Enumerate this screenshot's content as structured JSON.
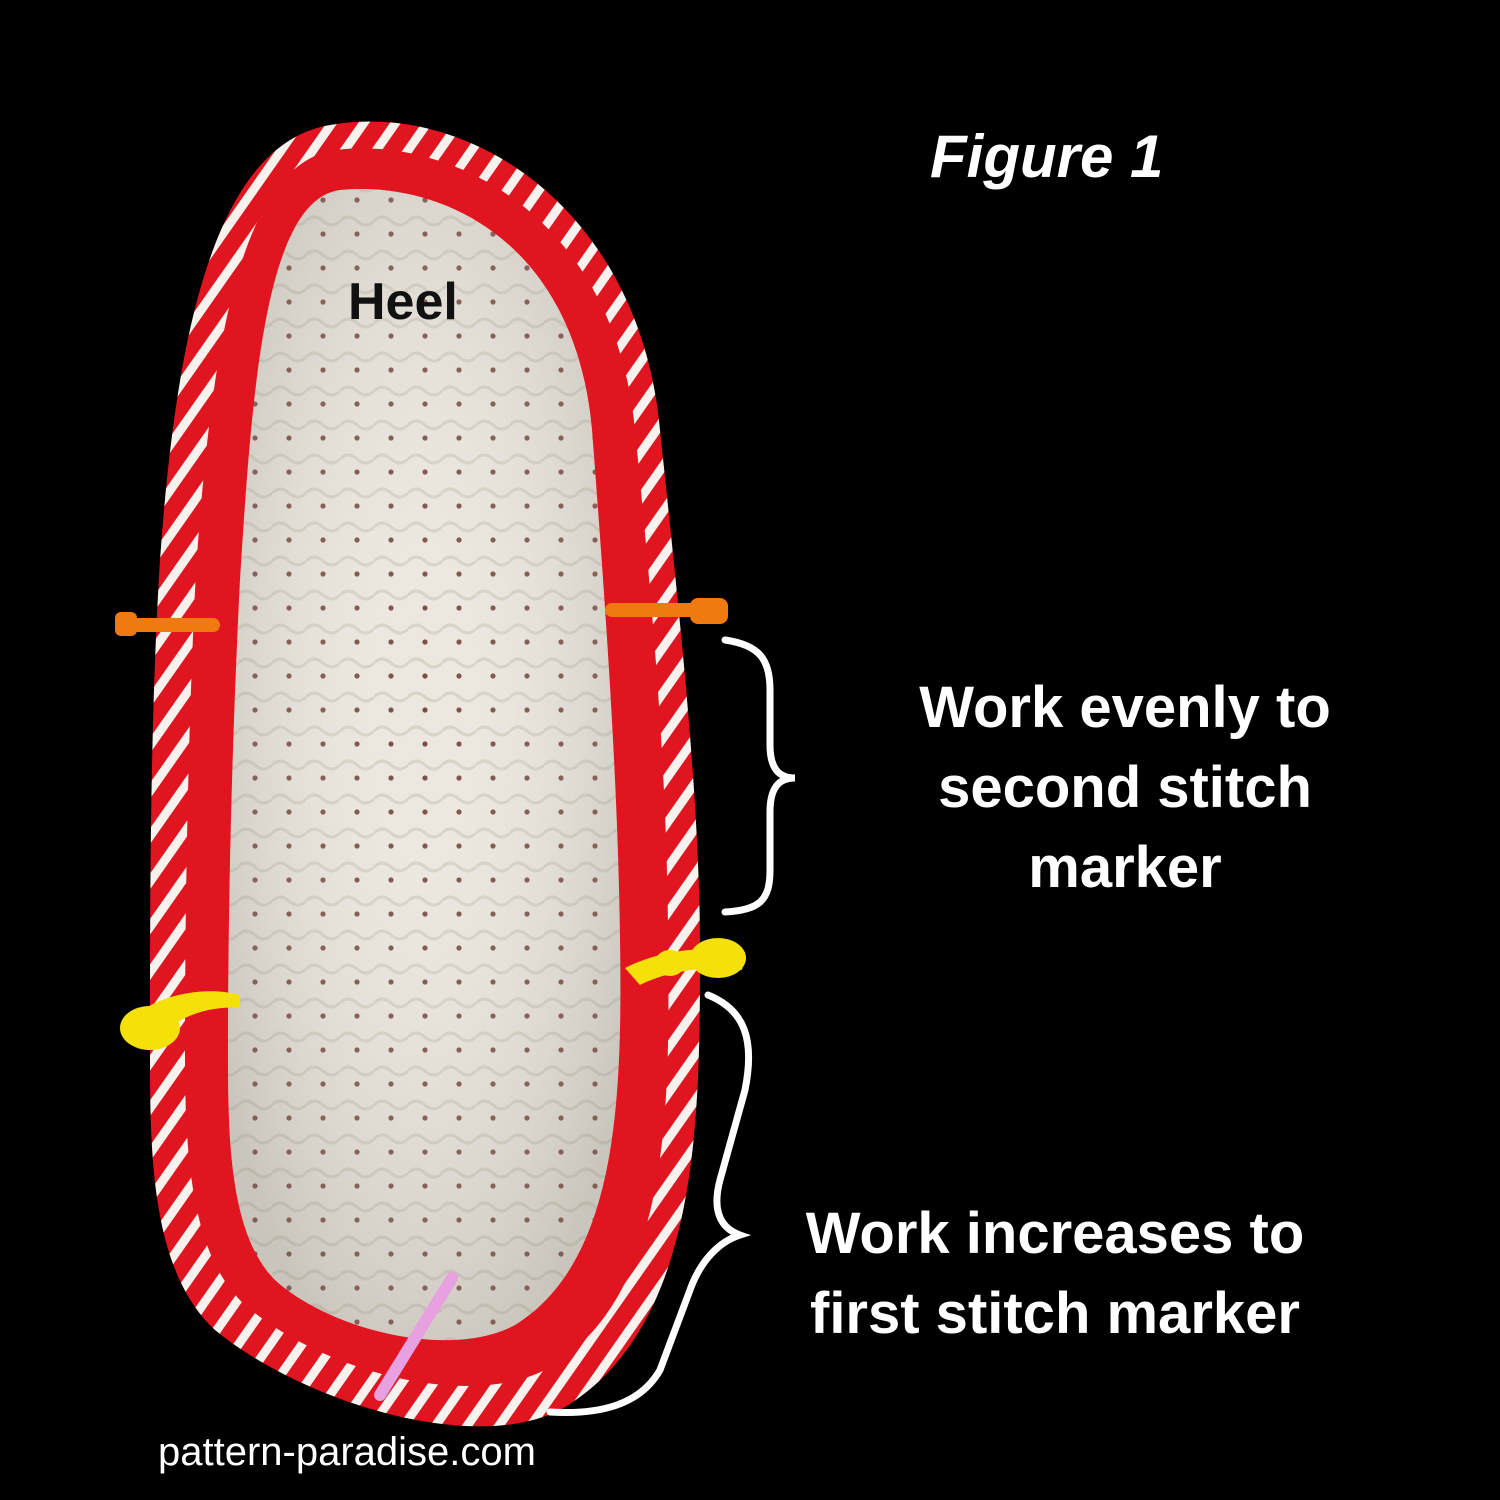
{
  "figure": {
    "title": "Figure 1",
    "heel_label": "Heel"
  },
  "annotations": {
    "upper": "Work evenly to second stitch marker",
    "lower": "Work increases to first stitch marker"
  },
  "watermark": "pattern-paradise.com",
  "colors": {
    "background": "#000000",
    "rim_red": "#e0151f",
    "sole_cream": "#efece3",
    "marker_orange": "#f07a10",
    "marker_yellow": "#f4e10a",
    "marker_pink": "#e7a0e0",
    "text": "#ffffff"
  }
}
